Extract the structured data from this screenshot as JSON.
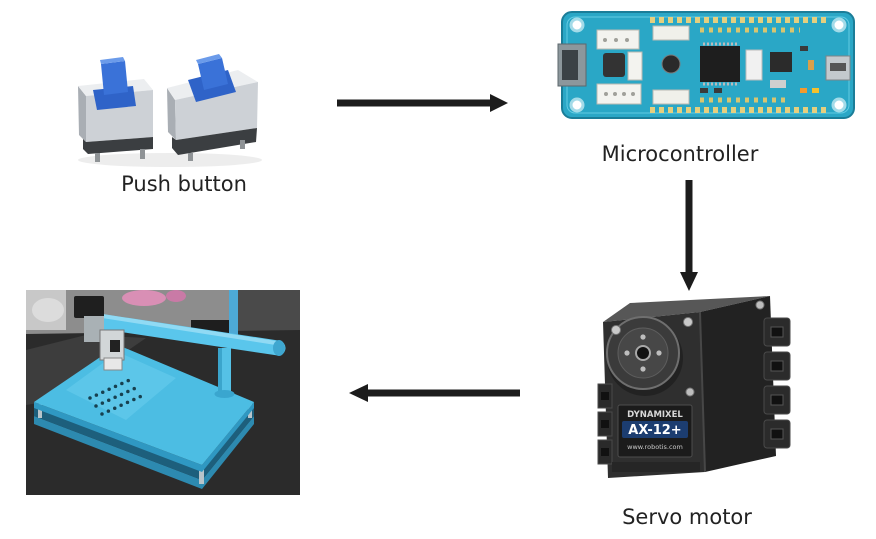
{
  "diagram": {
    "nodes": [
      {
        "label": "Push button",
        "icon": "push-button-pair-image"
      },
      {
        "label": "Microcontroller",
        "icon": "microcontroller-board-image"
      },
      {
        "label": "Servo motor",
        "icon": "servo-motor-image"
      },
      {
        "label": "",
        "icon": "assembled-device-photo"
      }
    ],
    "edges": [
      {
        "from": 0,
        "to": 1
      },
      {
        "from": 1,
        "to": 2
      },
      {
        "from": 2,
        "to": 3
      }
    ]
  },
  "servo_markings": {
    "brand": "DYNAMIXEL",
    "model": "AX-12+",
    "website": "www.robotis.com"
  },
  "colors": {
    "background": "#ffffff",
    "label_text": "#222222",
    "arrow": "#1c1c1c",
    "button_cap": "#2f63c8",
    "pcb": "#2aa7c6",
    "servo_body": "#2f2f2f",
    "device_plate": "#4cbde3"
  }
}
